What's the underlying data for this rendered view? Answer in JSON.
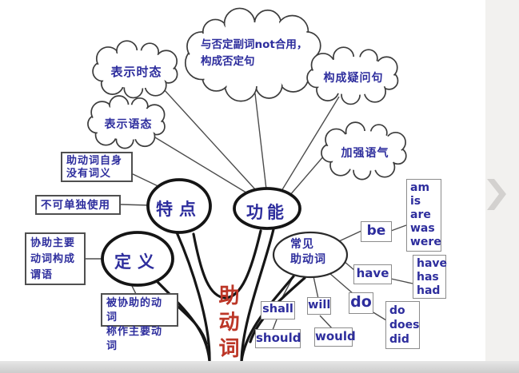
{
  "title": "助动词",
  "colors": {
    "node_text": "#2d2d9d",
    "root_label": "#bc3627",
    "outline": "#151515",
    "connector": "#4c4c4c",
    "chevron": "#d3d1cf"
  },
  "root": {
    "label": "助动词"
  },
  "main_nodes": {
    "dingyi": {
      "label": "定义"
    },
    "tedian": {
      "label": "特点"
    },
    "gongneng": {
      "label": "功能"
    },
    "changjian": {
      "line1": "常见",
      "line2": "助动词"
    }
  },
  "function_clouds": {
    "tense": {
      "label": "表示时态"
    },
    "voice": {
      "label": "表示语态"
    },
    "negation": {
      "line1": "与否定副词not合用，",
      "line2": "构成否定句"
    },
    "question": {
      "label": "构成疑问句"
    },
    "emphasis": {
      "label": "加强语气"
    }
  },
  "feature_notes": {
    "no_meaning": {
      "line1": "助动词自身",
      "line2": "没有词义"
    },
    "not_alone": {
      "label": "不可单独使用"
    }
  },
  "definition_notes": {
    "assist": {
      "line1": "协助主要",
      "line2": "动词构成",
      "line3": "谓语"
    },
    "main_verb": {
      "line1": "被协助的动词",
      "line2": "称作主要动词"
    }
  },
  "common_verbs": {
    "be": {
      "label": "be",
      "forms": [
        "am",
        "is",
        "are",
        "was",
        "were"
      ]
    },
    "have": {
      "label": "have",
      "forms": [
        "have",
        "has",
        "had"
      ]
    },
    "do": {
      "label": "do",
      "forms": [
        "do",
        "does",
        "did"
      ]
    },
    "shall": {
      "label": "shall",
      "related": "should"
    },
    "will": {
      "label": "will",
      "related": "would"
    }
  },
  "ui": {
    "next_button_icon": "chevron-right-icon"
  }
}
